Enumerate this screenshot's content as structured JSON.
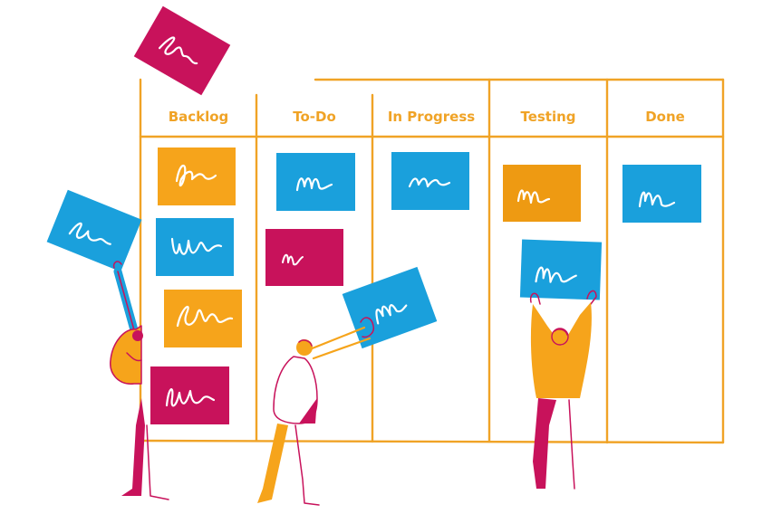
{
  "board": {
    "columns": [
      {
        "label": "Backlog"
      },
      {
        "label": "To-Do"
      },
      {
        "label": "In Progress"
      },
      {
        "label": "Testing"
      },
      {
        "label": "Done"
      }
    ]
  },
  "colors": {
    "frame": "#f0a326",
    "magenta": "#c8125b",
    "blue": "#1aa0dc",
    "orange": "#f6a41b",
    "dark_orange": "#ee9a12",
    "skin": "#f6a41b",
    "ink": "#ffffff"
  }
}
